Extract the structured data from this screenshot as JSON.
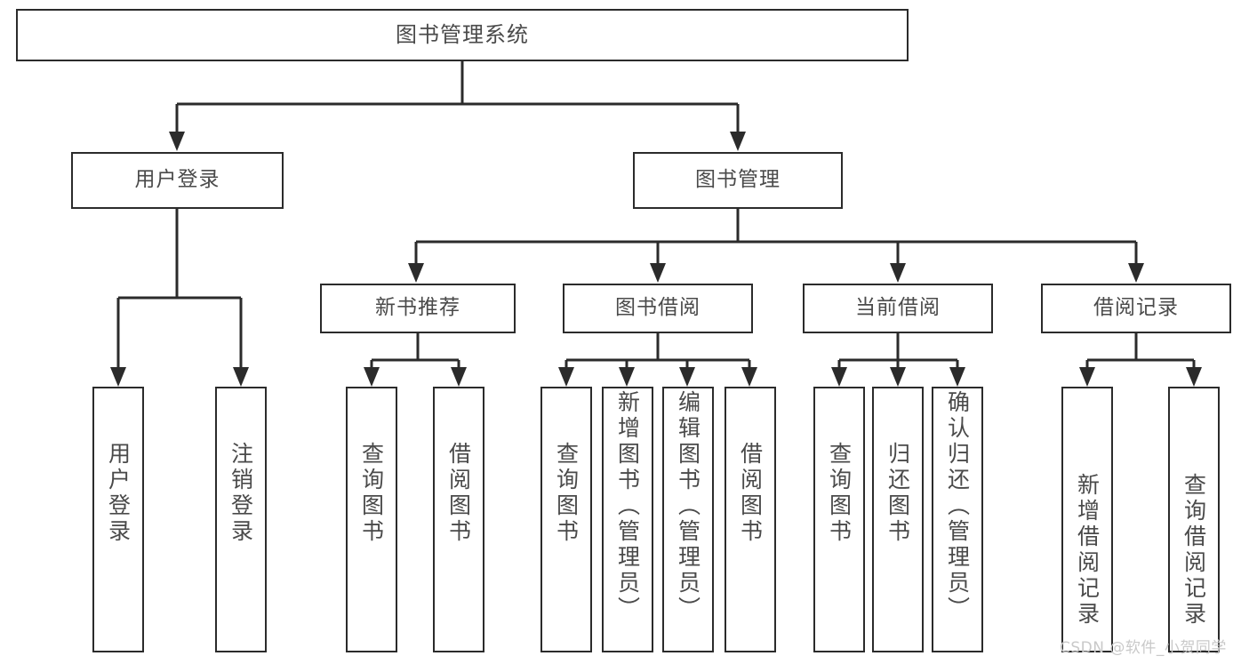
{
  "diagram": {
    "type": "tree-hierarchy",
    "title": "图书管理系统",
    "root": {
      "label": "图书管理系统"
    },
    "level2": [
      {
        "label": "用户登录"
      },
      {
        "label": "图书管理"
      }
    ],
    "level3": [
      {
        "label": "新书推荐"
      },
      {
        "label": "图书借阅"
      },
      {
        "label": "当前借阅"
      },
      {
        "label": "借阅记录"
      }
    ],
    "leaves": {
      "user_login": [
        {
          "label": "用户登录"
        },
        {
          "label": "注销登录"
        }
      ],
      "new_book_recommend": [
        {
          "label": "查询图书"
        },
        {
          "label": "借阅图书"
        }
      ],
      "book_borrow": [
        {
          "label": "查询图书"
        },
        {
          "label": "新增图书（管理员）"
        },
        {
          "label": "编辑图书（管理员）"
        },
        {
          "label": "借阅图书"
        }
      ],
      "current_borrow": [
        {
          "label": "查询图书"
        },
        {
          "label": "归还图书"
        },
        {
          "label": "确认归还（管理员）"
        }
      ],
      "borrow_record": [
        {
          "label": "新增借阅记录"
        },
        {
          "label": "查询借阅记录"
        }
      ]
    }
  },
  "watermark": {
    "text": "CSDN @软件_小贺同学"
  },
  "colors": {
    "background": "#ffffff",
    "box_border": "#2b2b2b",
    "box_fill": "#ffffff",
    "text": "#4a4a4a",
    "edge": "#2b2b2b",
    "watermark": "#c9c9c9"
  }
}
